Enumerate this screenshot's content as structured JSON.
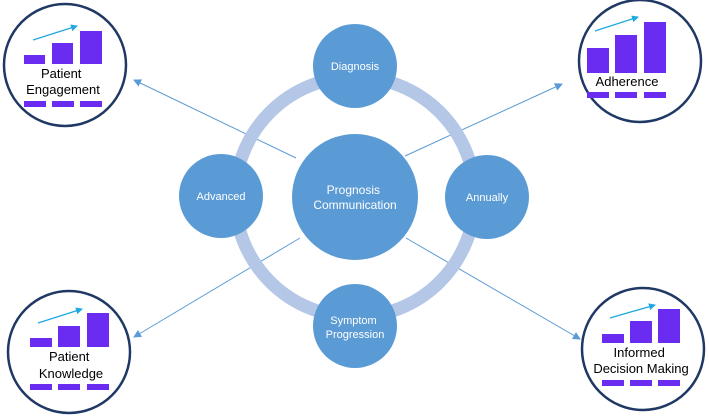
{
  "center": {
    "label_lines": [
      "Prognosis",
      "Communication"
    ]
  },
  "satellites": {
    "top": {
      "label_lines": [
        "Diagnosis"
      ]
    },
    "left": {
      "label_lines": [
        "Advanced"
      ]
    },
    "right": {
      "label_lines": [
        "Annually"
      ]
    },
    "bottom": {
      "label_lines": [
        "Symptom",
        "Progression"
      ]
    }
  },
  "outcomes": {
    "top_left": {
      "label_lines": [
        "Patient",
        "Engagement"
      ]
    },
    "top_right": {
      "label_lines": [
        "Adherence"
      ]
    },
    "bottom_left": {
      "label_lines": [
        "Patient",
        "Knowledge"
      ]
    },
    "bottom_right": {
      "label_lines": [
        "Informed",
        "Decision Making"
      ]
    }
  },
  "colors": {
    "circle_fill": "#5b9bd5",
    "ring": "#b4c7e7",
    "arrow": "#5b9bd5",
    "outcome_border": "#1f3864",
    "bars": "#6a2cf0",
    "trend_arrow": "#20a8e0",
    "circle_text": "#ffffff",
    "outcome_text": "#000000"
  },
  "icons": {
    "outcome_chart": "bar-chart-icon",
    "trend": "trend-arrow-icon"
  }
}
